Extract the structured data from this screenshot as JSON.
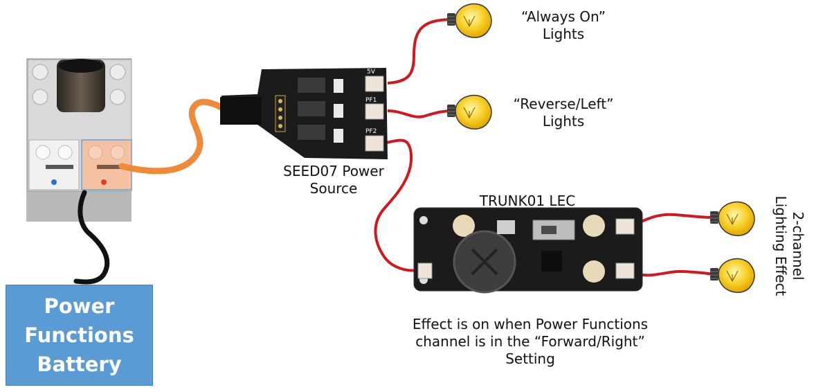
{
  "labels": {
    "always_on": "“Always On”\nLights",
    "reverse_left": "“Reverse/Left”\nLights",
    "seed07": "SEED07 Power\nSource",
    "trunk01": "TRUNK01 LEC",
    "two_channel": "2-channel\nLighting Effect",
    "effect_note": "Effect is on when Power Functions\nchannel is in the “Forward/Right”\nSetting",
    "battery": "Power\nFunctions\nBattery"
  },
  "board_pin_labels": [
    "5V",
    "PF1",
    "PF2"
  ],
  "colors": {
    "wire_red": "#d4161e",
    "wire_orange": "#ee8a3a",
    "wire_black": "#111111",
    "battery_blue": "#5b9bd5",
    "bulb_yellow": "#f7c21e",
    "pcb_black": "#1b1b1b"
  }
}
